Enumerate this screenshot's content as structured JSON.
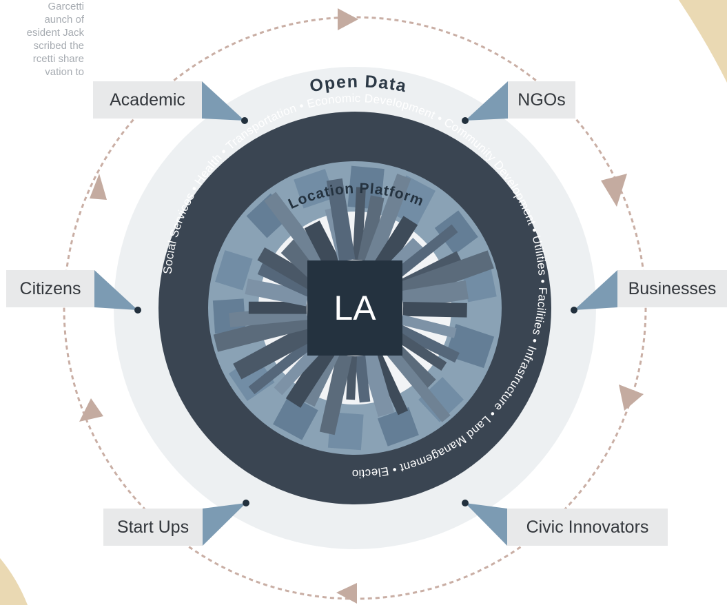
{
  "background_text": [
    "Garcetti",
    "aunch of",
    "esident Jack",
    "scribed the",
    "rcetti share",
    "vation to"
  ],
  "center": {
    "label": "LA"
  },
  "rings": {
    "outer_title": "Open Data",
    "inner_title": "Location Platform",
    "services_text": "Social Services • Health • Transportation • Economic Development • Community Development • Utilities • Facilities • Infrastructure • Land Management • Elections • EMS • Fire • Public Safety •"
  },
  "stakeholders": {
    "academic": "Academic",
    "ngos": "NGOs",
    "citizens": "Citizens",
    "businesses": "Businesses",
    "start_ups": "Start Ups",
    "civic_innovators": "Civic Innovators"
  },
  "colors": {
    "cycle_arrow": "#c9aea4",
    "outer_disc": "#edf0f2",
    "dark_ring": "#3a4552",
    "platform_ring": "#8aa2b5",
    "center_box": "#24323f",
    "label_box": "#e8e9ea",
    "pointer": "#7c9bb3",
    "accent_arc": "#ead9b3"
  }
}
